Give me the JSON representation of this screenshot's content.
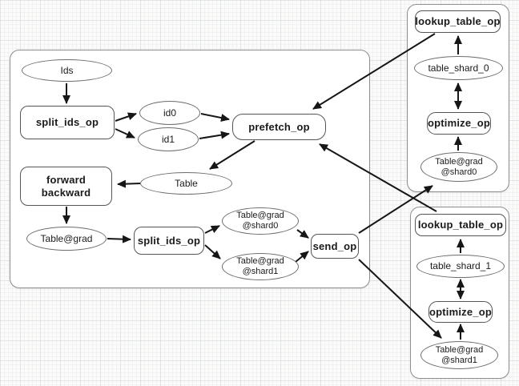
{
  "colors": {
    "background": "#fbfbfa",
    "grid_line": "#c8ccd2",
    "panel_fill": "#ffffff",
    "panel_border": "#8e8e8e",
    "node_border": "#565656",
    "arrow": "#161616",
    "text": "#1a1a1a"
  },
  "trainer": {
    "ids": "Ids",
    "split_ids_op_top": "split_ids_op",
    "id0": "id0",
    "id1": "id1",
    "prefetch_op": "prefetch_op",
    "forward_backward_line1": "forward",
    "forward_backward_line2": "backward",
    "table": "Table",
    "table_grad": "Table@grad",
    "split_ids_op_bottom": "split_ids_op",
    "table_grad_shard0_line1": "Table@grad",
    "table_grad_shard0_line2": "@shard0",
    "table_grad_shard1_line1": "Table@grad",
    "table_grad_shard1_line2": "@shard1",
    "send_op": "send_op"
  },
  "pserver0": {
    "lookup_table_op": "lookup_table_op",
    "table_shard": "table_shard_0",
    "optimize_op": "optimize_op",
    "table_grad_shard_line1": "Table@grad",
    "table_grad_shard_line2": "@shard0"
  },
  "pserver1": {
    "lookup_table_op": "lookup_table_op",
    "table_shard": "table_shard_1",
    "optimize_op": "optimize_op",
    "table_grad_shard_line1": "Table@grad",
    "table_grad_shard_line2": "@shard1"
  }
}
